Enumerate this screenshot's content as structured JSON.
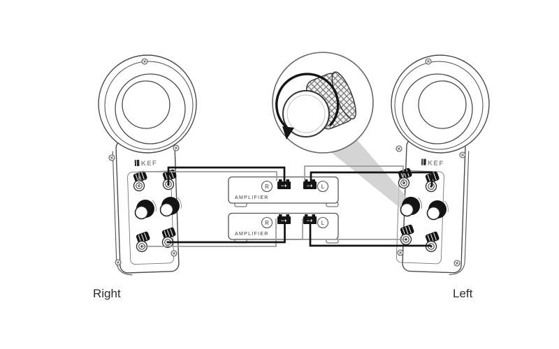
{
  "speakers": {
    "right": {
      "label": "Right",
      "brand": "KEF"
    },
    "left": {
      "label": "Left",
      "brand": "KEF"
    }
  },
  "amplifiers": [
    {
      "label": "AMPLIFIER",
      "right_channel": "R",
      "left_channel": "L",
      "right_terminal_marks": "−+",
      "left_terminal_marks": "−+"
    },
    {
      "label": "AMPLIFIER",
      "right_channel": "R",
      "left_channel": "L",
      "right_terminal_marks": "−+",
      "left_terminal_marks": "−+"
    }
  ],
  "colors": {
    "line": "#444444",
    "wire_black": "#141414",
    "wire_gray": "#9a9a9a",
    "beam": "#c9c9c9",
    "background": "#ffffff"
  }
}
